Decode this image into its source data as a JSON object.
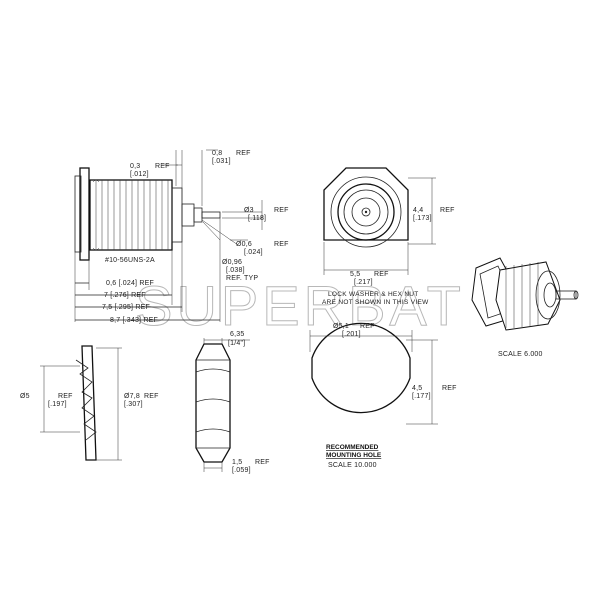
{
  "watermark": "SUPERBAT",
  "side_view": {
    "dims": {
      "d_0_8": "0,8",
      "d_0_8_in": "[.031]",
      "d_0_8_ref": "REF",
      "d_0_3": "0,3",
      "d_0_3_in": "[.012]",
      "d_0_3_ref": "REF",
      "d_3": "Ø3",
      "d_3_in": "[.118]",
      "d_3_ref": "REF",
      "d_0_6r": "Ø0,6",
      "d_0_6r_in": "[.024]",
      "d_0_6r_ref": "REF",
      "d_0_96": "Ø0,96",
      "d_0_96_in": "[.038]",
      "d_0_96_ref": "REF. TYP",
      "thread": "#10-56UNS-2A",
      "d_0_6": "0,6 [.024] REF",
      "d_7": "7 [.276] REF",
      "d_7_5": "7,5 [.295] REF",
      "d_8_7": "8,7 [.343] REF"
    }
  },
  "front_view": {
    "dims": {
      "d_4_4": "4,4",
      "d_4_4_ref": "REF",
      "d_4_4_in": "[.173]",
      "d_5_5": "5,5",
      "d_5_5_ref": "REF",
      "d_5_5_in": "[.217]"
    },
    "note_line1": "LOCK WASHER & HEX NUT",
    "note_line2": "ARE NOT SHOWN IN THIS VIEW"
  },
  "iso_view": {
    "scale": "SCALE  6.000"
  },
  "washer_view": {
    "dims": {
      "d_5": "Ø5",
      "d_5_ref": "REF",
      "d_5_in": "[.197]",
      "d_7_8": "Ø7,8",
      "d_7_8_ref": "REF",
      "d_7_8_in": "[.307]"
    }
  },
  "nut_view": {
    "dims": {
      "d_6_35": "6,35",
      "d_6_35_in": "[1/4\"]",
      "d_1_5": "1,5",
      "d_1_5_ref": "REF",
      "d_1_5_in": "[.059]"
    }
  },
  "hole_view": {
    "dims": {
      "d_5_1": "Ø5,1",
      "d_5_1_ref": "REF",
      "d_5_1_in": "[.201]",
      "d_4_5": "4,5",
      "d_4_5_ref": "REF",
      "d_4_5_in": "[.177]"
    },
    "title_line1": "RECOMMENDED",
    "title_line2": "MOUNTING  HOLE",
    "scale": "SCALE  10.000"
  }
}
